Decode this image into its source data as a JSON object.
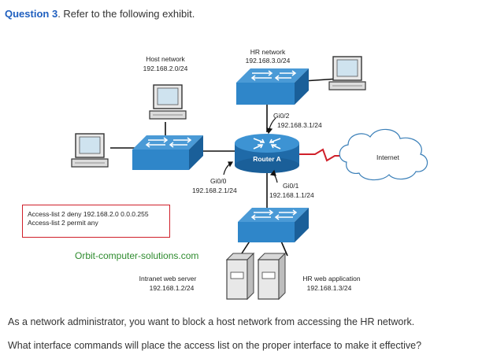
{
  "question": {
    "number_label": "Question 3",
    "intro": ". Refer to the following exhibit."
  },
  "diagram": {
    "host_network": {
      "title": "Host network",
      "subnet": "192.168.2.0/24"
    },
    "hr_network": {
      "title": "HR network",
      "subnet": "192.168.3.0/24"
    },
    "router": {
      "label": "Router A"
    },
    "gi02": {
      "name": "Gi0/2",
      "ip": "192.168.3.1/24"
    },
    "gi00": {
      "name": "Gi0/0",
      "ip": "192.168.2.1/24"
    },
    "gi01": {
      "name": "Gi0/1",
      "ip": "192.168.1.1/24"
    },
    "internet": {
      "label": "Internet"
    },
    "intranet_server": {
      "title": "Intranet web server",
      "ip": "192.168.1.2/24"
    },
    "hr_server": {
      "title": "HR web application",
      "ip": "192.168.1.3/24"
    },
    "acl": {
      "line1": "Access-list 2 deny 192.168.2.0 0.0.0.255",
      "line2": "Access-list 2 permit any"
    },
    "watermark": "Orbit-computer-solutions.com"
  },
  "body_text": {
    "line1": "As a network administrator, you want to block a host network from accessing the HR network.",
    "line2": "What interface commands will place the access list on the proper interface to make it effective?"
  },
  "colors": {
    "switch_top": "#2f86c9",
    "switch_side": "#1a5f99",
    "router": "#2a7fc0",
    "acl_border": "#d0202a",
    "link_red": "#d0202a",
    "question_blue": "#1f5fbf",
    "watermark_green": "#2e8b2e"
  }
}
